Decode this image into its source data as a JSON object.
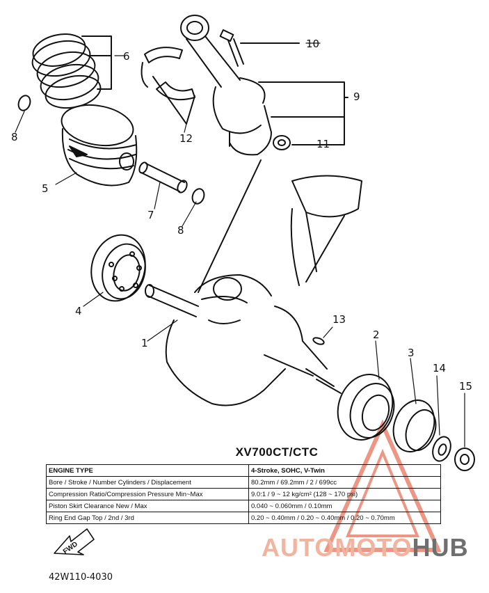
{
  "callouts": [
    "10",
    "6",
    "9",
    "8",
    "12",
    "11",
    "5",
    "7",
    "8",
    "4",
    "1",
    "13",
    "2",
    "3",
    "14",
    "15"
  ],
  "title": "XV700CT/CTC",
  "table": [
    [
      "ENGINE TYPE",
      "4-Stroke, SOHC, V-Twin"
    ],
    [
      "Bore / Stroke / Number Cylinders / Displacement",
      "80.2mm / 69.2mm / 2 / 699cc"
    ],
    [
      "Compression Ratio/Compression Pressure Min~Max",
      "9.0:1 / 9 ~ 12 kg/cm² (128 ~ 170 psi)"
    ],
    [
      "Piston Skirt Clearance New / Max",
      "0.040 ~ 0.060mm / 0.10mm"
    ],
    [
      "Ring End Gap Top / 2nd / 3rd",
      "0.20 ~ 0.40mm / 0.20 ~ 0.40mm / 0.20 ~ 0.70mm"
    ]
  ],
  "fwd_label": "FWD",
  "diagram_code": "42W110-4030",
  "watermark": {
    "part1": "AUTOMOTO",
    "part2": "HUB",
    "color_light": "#f1b49e",
    "color_dark": "#6f6f6f",
    "triangle_color": "#e8735a"
  }
}
